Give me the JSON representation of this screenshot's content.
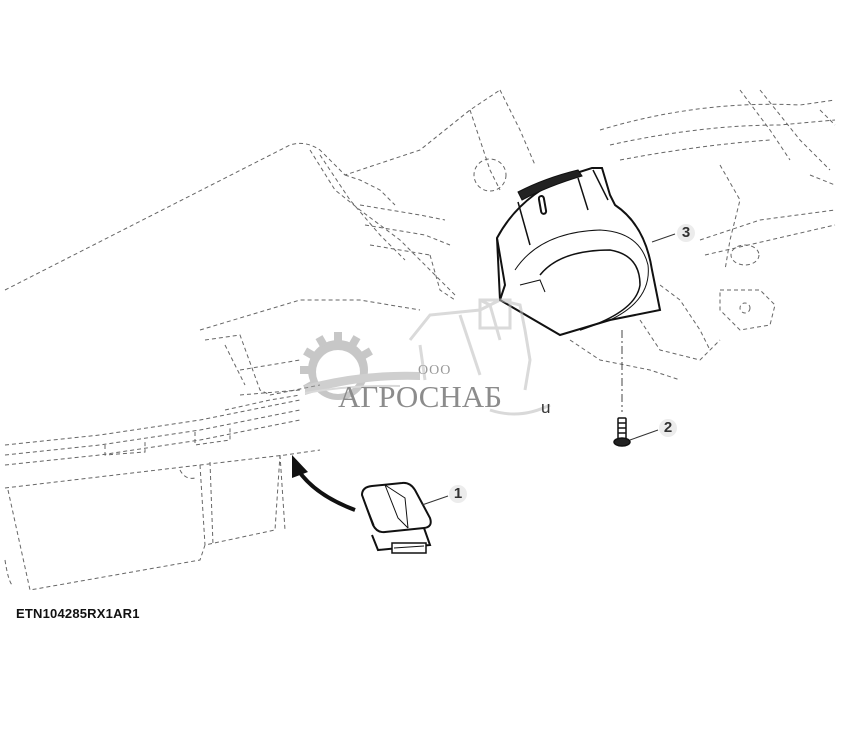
{
  "diagram": {
    "type": "exploded-parts-view",
    "reference_code": "ETN104285RX1AR1",
    "callouts": [
      {
        "id": "1",
        "label": "1",
        "part": "cover-plug"
      },
      {
        "id": "2",
        "label": "2",
        "part": "screw"
      },
      {
        "id": "3",
        "label": "3",
        "part": "rotary-switch-housing"
      }
    ],
    "arrow": {
      "direction": "up-left",
      "meaning": "install cover-plug into panel opening"
    },
    "colors": {
      "line": "#222222",
      "hidden_line": "#777777",
      "watermark": "#9a9a9a",
      "background": "#ffffff"
    }
  },
  "watermark": {
    "company_prefix": "ООО",
    "company_name": "АГРОСНАБ",
    "suffix": "u"
  }
}
